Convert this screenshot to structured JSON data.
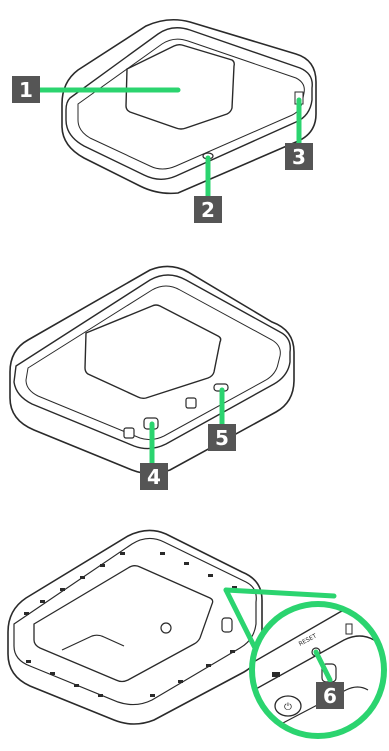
{
  "colors": {
    "accent": "#2bd46f",
    "label_bg": "#555555",
    "outline": "#2a2a2a",
    "screen_fill": "#ffffff"
  },
  "labels": {
    "l1": "1",
    "l2": "2",
    "l3": "3",
    "l4": "4",
    "l5": "5",
    "l6": "6"
  },
  "callout": {
    "port_text": "RESET"
  }
}
